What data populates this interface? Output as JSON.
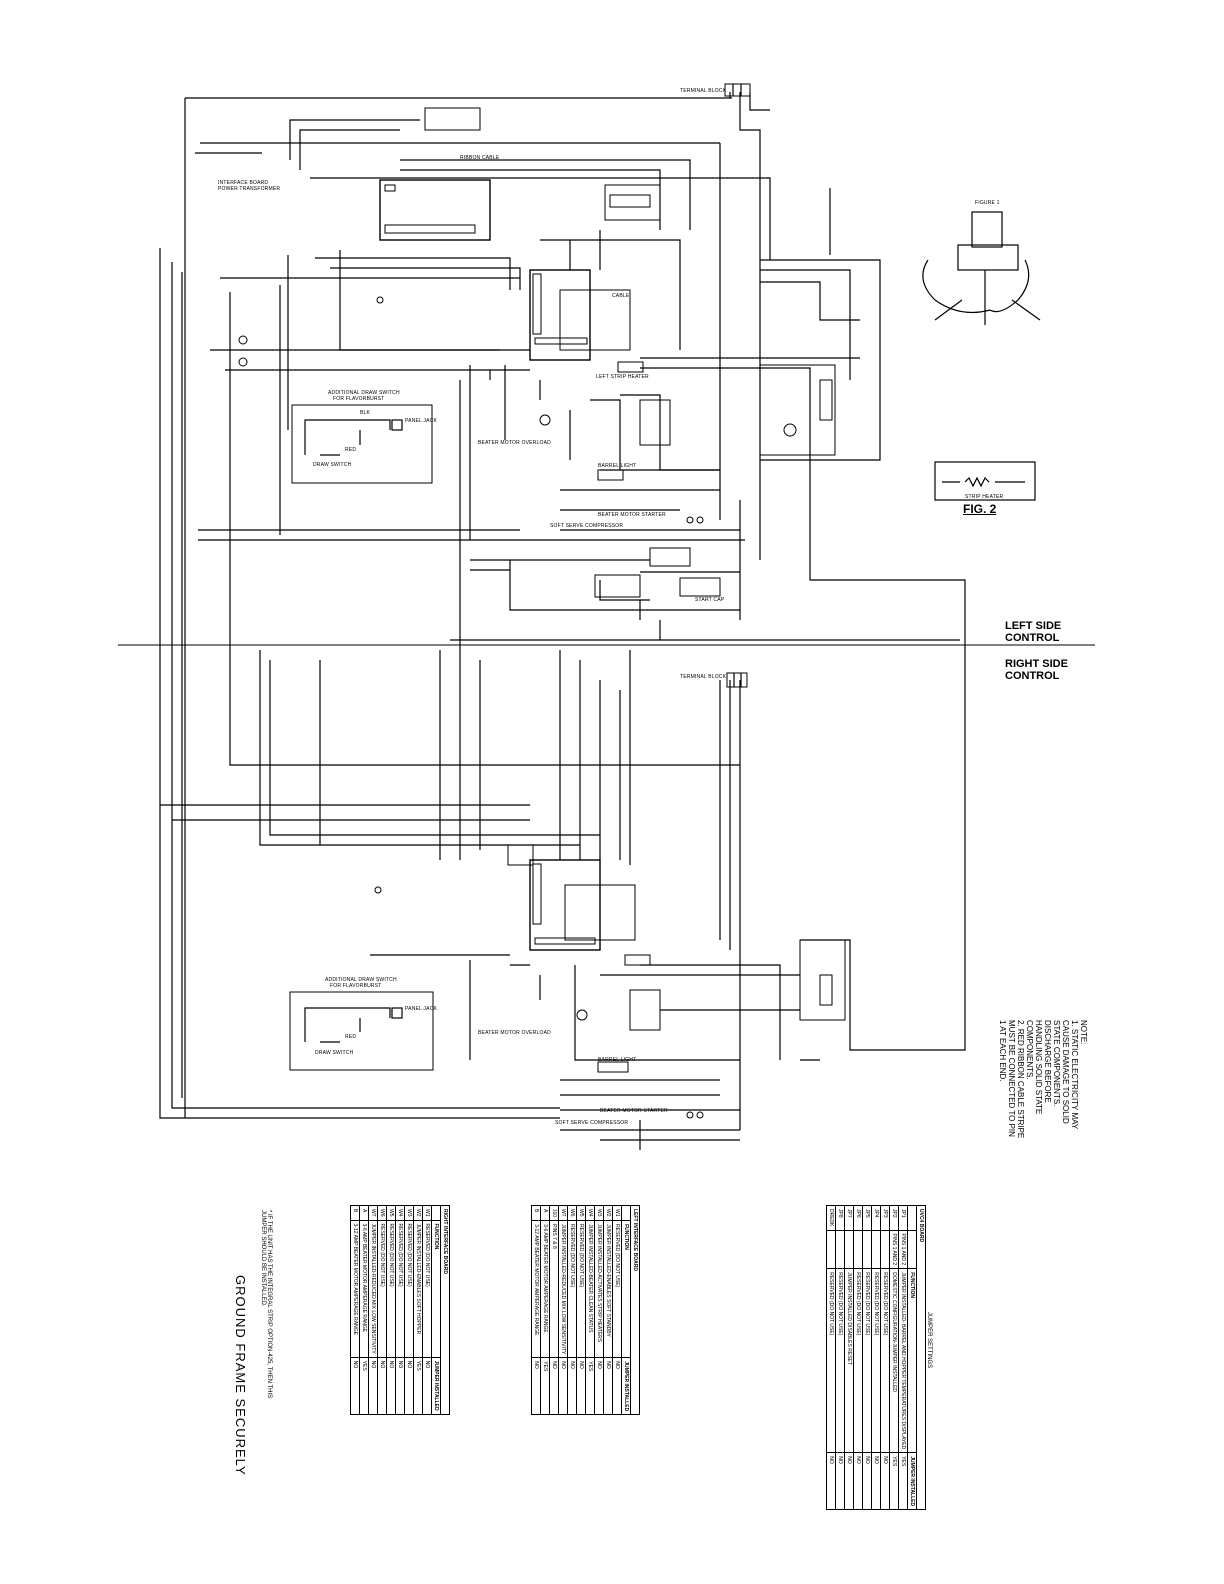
{
  "labels": {
    "left_side": "LEFT SIDE",
    "left_control": "CONTROL",
    "right_side": "RIGHT SIDE",
    "right_control": "CONTROL",
    "fig2": "FIG. 2",
    "terminal_block": "TERMINAL BLOCK",
    "terminal_block_right": "TERMINAL BLOCK",
    "add_draw_switch_1": "ADDITIONAL DRAW SWITCH",
    "for_flavorburst_1": "FOR FLAVORBURST",
    "add_draw_switch_2": "ADDITIONAL DRAW SWITCH",
    "for_flavorburst_2": "FOR FLAVORBURST",
    "blk": "BLK",
    "panel_jack": "PANEL JACK",
    "red": "RED",
    "draw_switch": "DRAW SWITCH",
    "ground_frame": "GROUND FRAME SECURELY",
    "jumper_settings": "JUMPER SETTINGS",
    "footnote": "* IF THE UNIT HAS THE INTEGRAL STRIP OPTION-425, THEN THIS JUMPER SHOULD BE INSTALLED.",
    "note_title": "NOTE:",
    "note_1": "1. STATIC ELECTRICITY MAY CAUSE DAMAGE TO SOLID STATE COMPONENTS. DISCHARGE BEFORE HANDLING SOLID STATE COMPONENTS.",
    "note_2": "2. RED RIBBON CABLE STRIPE MUST BE CONNECTED TO PIN 1 AT EACH END.",
    "figure1": "FIGURE 1",
    "strip_heater": "STRIP HEATER",
    "ribbon_cable": "RIBBON CABLE",
    "cable": "CABLE",
    "left_strip_heater": "LEFT STRIP HEATER",
    "barrel_light": "BARREL LIGHT",
    "beater_motor_starter": "BEATER MOTOR STARTER",
    "soft_serve_compressor": "SOFT SERVE COMPRESSOR",
    "interface_board": "INTERFACE BOARD",
    "power_transformer": "POWER TRANSFORMER",
    "beater_motor_overload": "BEATER MOTOR OVERLOAD",
    "start_cap": "START CAP"
  },
  "tables": {
    "left_interface": {
      "title": "LEFT INTERFACE BOARD",
      "headers": [
        "",
        "FUNCTION",
        "JUMPER INSTALLED"
      ],
      "rows": [
        [
          "W1",
          "RESERVED (DO NOT USE)",
          "NO"
        ],
        [
          "W2",
          "JUMPER INSTALLED-ENABLES SOFT STANDBY",
          "NO"
        ],
        [
          "W3",
          "JUMPER INSTALLED-ACTIVATES STRIP HEATERS",
          "NO"
        ],
        [
          "W4",
          "JUMPER INSTALLED-BEATER CLEAN STATUS",
          "YES"
        ],
        [
          "W5",
          "RESERVED (DO NOT USE)",
          "NO"
        ],
        [
          "W6",
          "RESERVED (DO NOT USE)",
          "NO"
        ],
        [
          "W7",
          "JUMPER INSTALLED-REDUCED MIX LOW SENSITIVITY",
          "NO"
        ],
        [
          "J10",
          "PINS 7 & 8",
          "NO"
        ],
        [
          "A",
          "3-6 AMP BEATER MOTOR AMPERAGE RANGE",
          "YES"
        ],
        [
          "B",
          "3-12 AMP BEATER MOTOR AMPERAGE RANGE",
          "NO"
        ]
      ]
    },
    "right_interface": {
      "title": "RIGHT INTERFACE BOARD",
      "headers": [
        "",
        "FUNCTION",
        "JUMPER INSTALLED"
      ],
      "rows": [
        [
          "W1",
          "RESERVED (DO NOT USE)",
          "NO"
        ],
        [
          "W2",
          "JUMPER INSTALLED-ENABLES SOFT HOPPER",
          "YES"
        ],
        [
          "W3",
          "RESERVED (DO NOT USE)",
          "NO"
        ],
        [
          "W4",
          "RESERVED (DO NOT USE)",
          "NO"
        ],
        [
          "W5",
          "RESERVED (DO NOT USE)",
          "NO"
        ],
        [
          "W6",
          "RESERVED (DO NOT USE)",
          "NO"
        ],
        [
          "W7",
          "JUMPER INSTALLED-REDUCED MIX LOW SENSITIVITY",
          "NO"
        ],
        [
          "A",
          "3-6 AMP BEATER MOTOR AMPERAGE RANGE",
          "YES"
        ],
        [
          "B",
          "3-12 AMP BEATER MOTOR AMPERAGE RANGE",
          "NO"
        ]
      ]
    },
    "uvc4": {
      "title": "UVC4 BOARD",
      "headers": [
        "",
        "",
        "FUNCTION",
        "JUMPER INSTALLED"
      ],
      "rows": [
        [
          "JP1",
          "PINS 1 AND 2",
          "JUMPER INSTALLED- BARREL AND HOPPER TEMPERATURES DISPLAYED",
          "YES"
        ],
        [
          "JP2",
          "PINS 1 AND 2",
          "DOMESTIC CONFIGURATION-JUMPER INSTALLED",
          "YES"
        ],
        [
          "JP3",
          "",
          "RESERVED (DO NOT USE)",
          "NO"
        ],
        [
          "JP4",
          "",
          "RESERVED (DO NOT USE)",
          "NO"
        ],
        [
          "JP5",
          "",
          "RESERVED (DO NOT USE)",
          "NO"
        ],
        [
          "JP6",
          "",
          "RESERVED (DO NOT USE)",
          "NO"
        ],
        [
          "JP7",
          "",
          "JUMPER INSTALLED DISABLES RESET",
          "NO"
        ],
        [
          "JP8",
          "",
          "RESERVED (DO NOT USE)",
          "NO"
        ],
        [
          "DREDK",
          "",
          "RESERVED (DO NOT USE)",
          "NO"
        ]
      ]
    }
  }
}
